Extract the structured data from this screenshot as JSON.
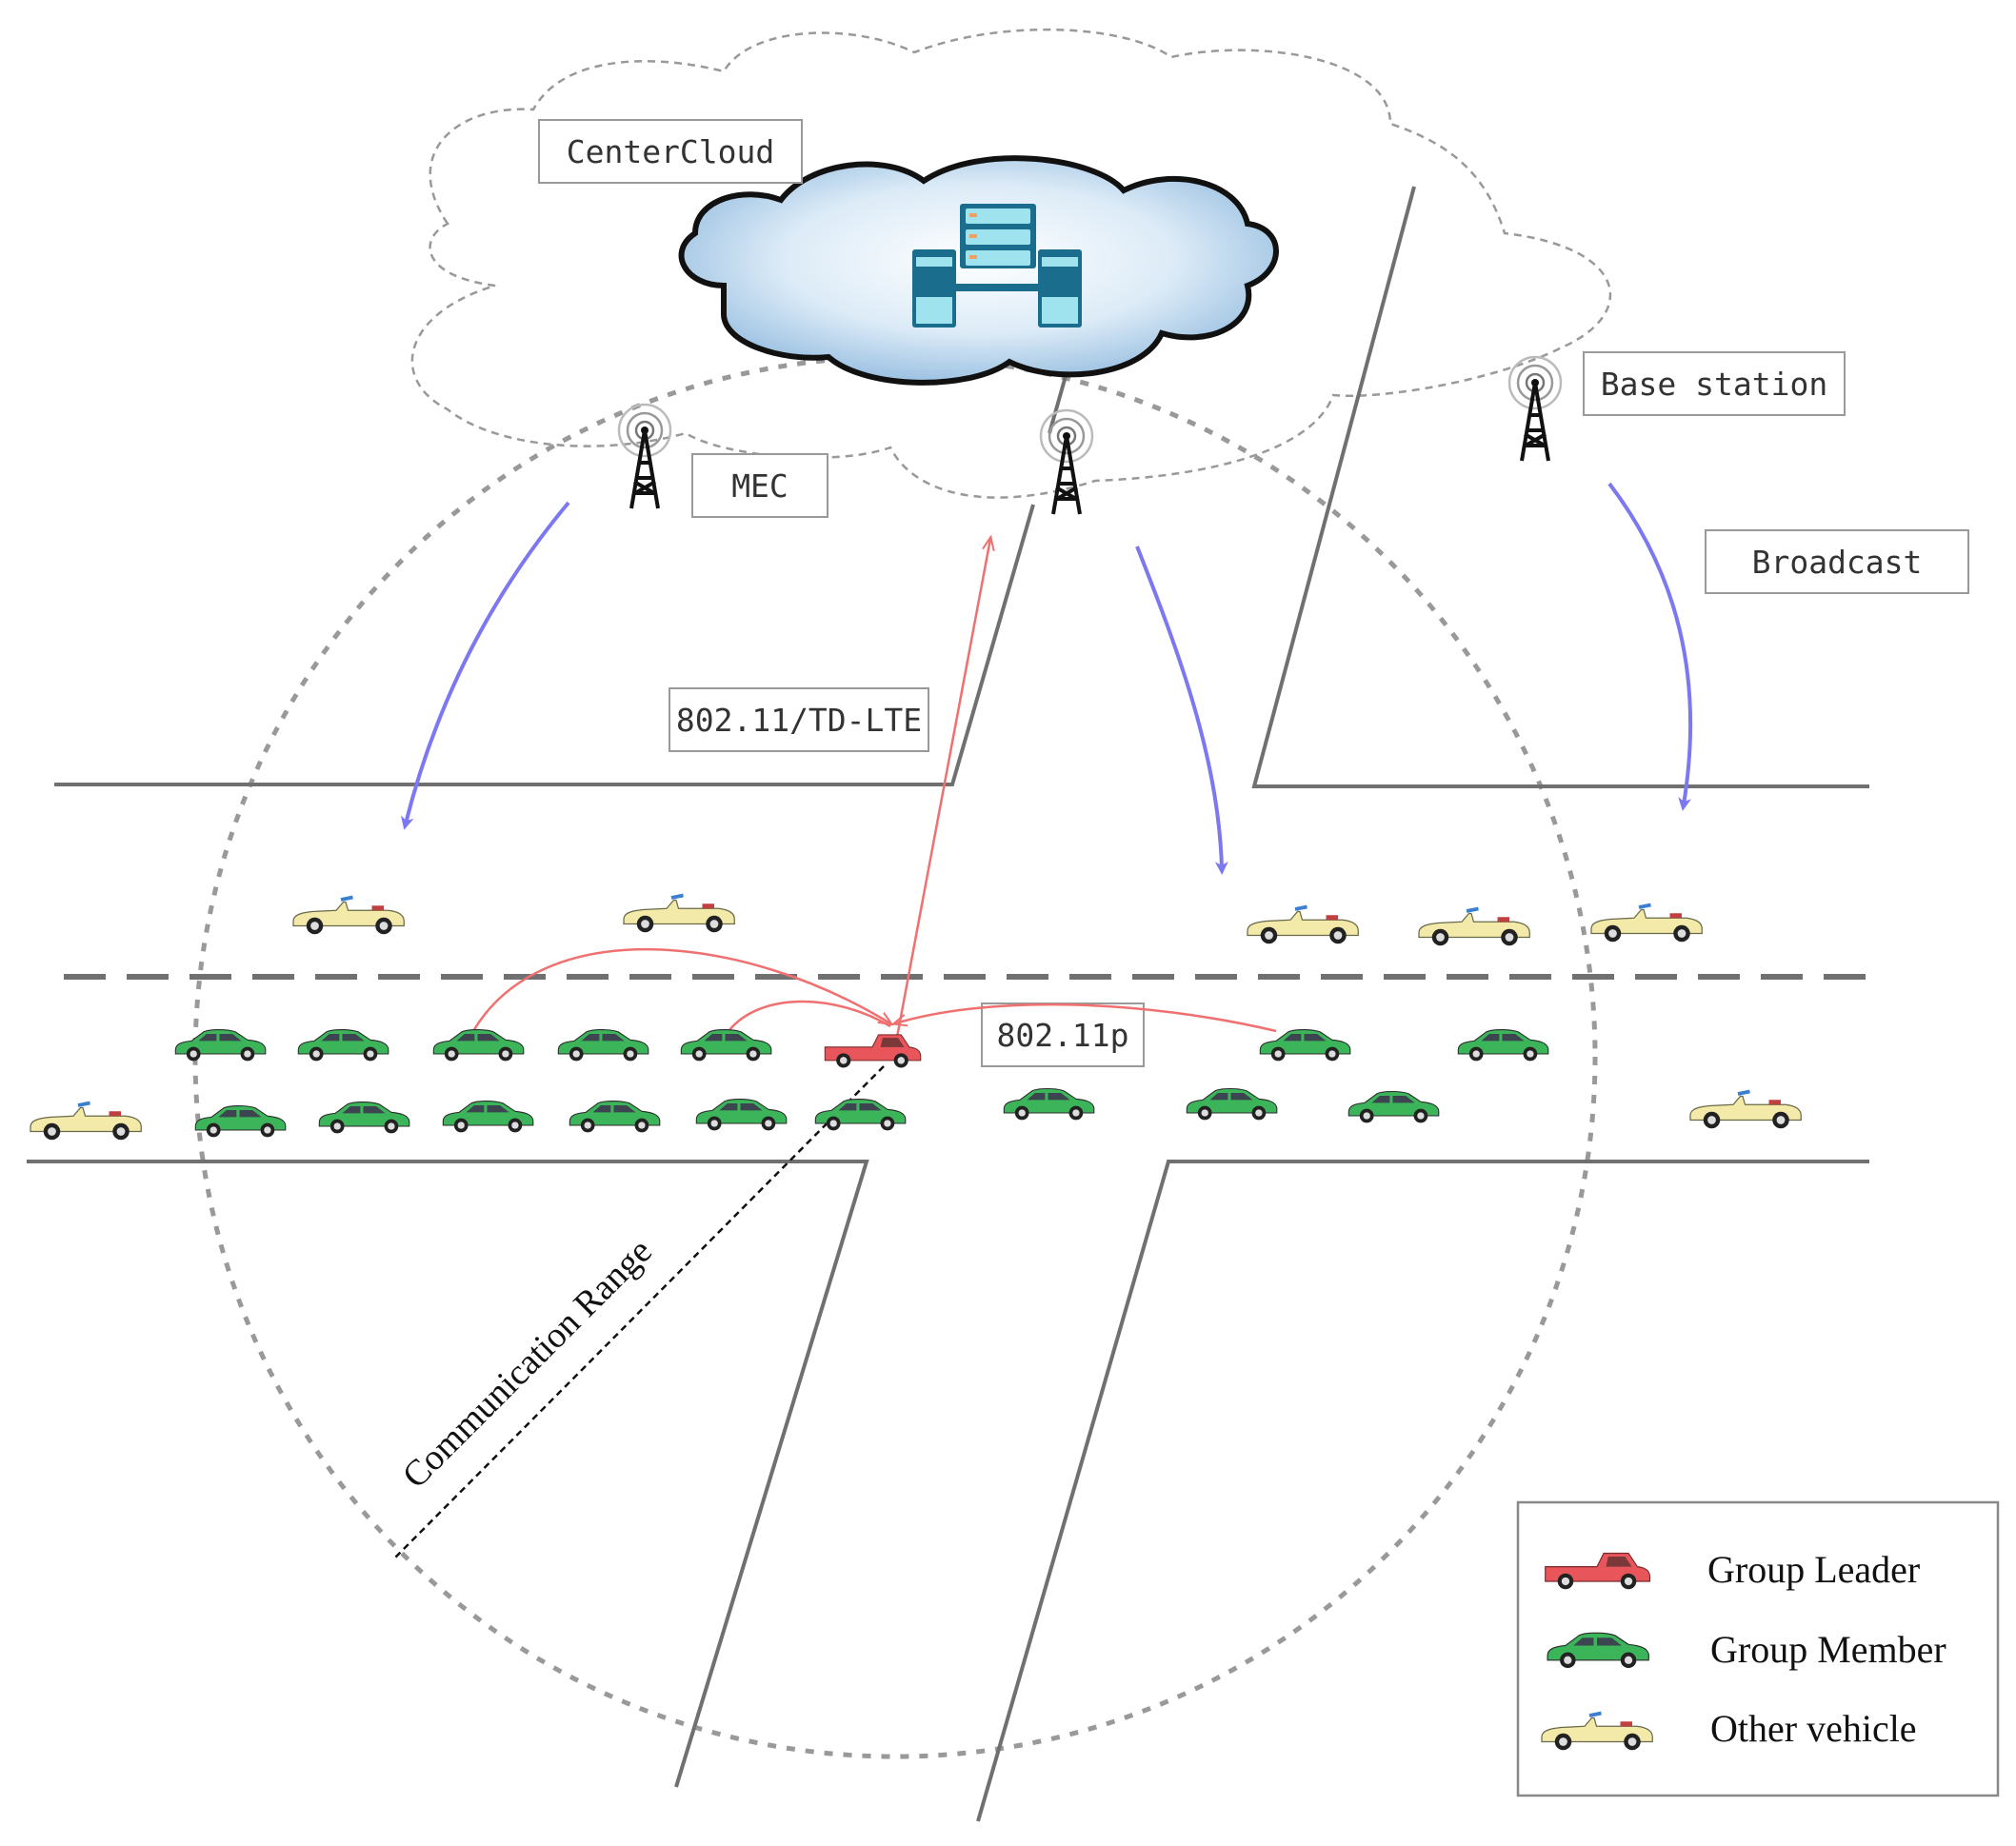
{
  "labels": {
    "center_cloud": "CenterCloud",
    "mec": "MEC",
    "base_station": "Base station",
    "broadcast": "Broadcast",
    "link_infra": "802.11/TD-LTE",
    "link_v2v": "802.11p",
    "comm_range": "Communication Range"
  },
  "legend": {
    "leader": "Group Leader",
    "member": "Group Member",
    "other": "Other vehicle"
  },
  "colors": {
    "leader": "#e8555a",
    "member": "#3cb45a",
    "other": "#f3e9a8",
    "broadcast_arrow": "#7b78f2",
    "v2v_arrow": "#f07070",
    "road": "#6f6f6f"
  },
  "icons": [
    "cloud-server-icon",
    "antenna-tower-icon",
    "car-icon"
  ]
}
